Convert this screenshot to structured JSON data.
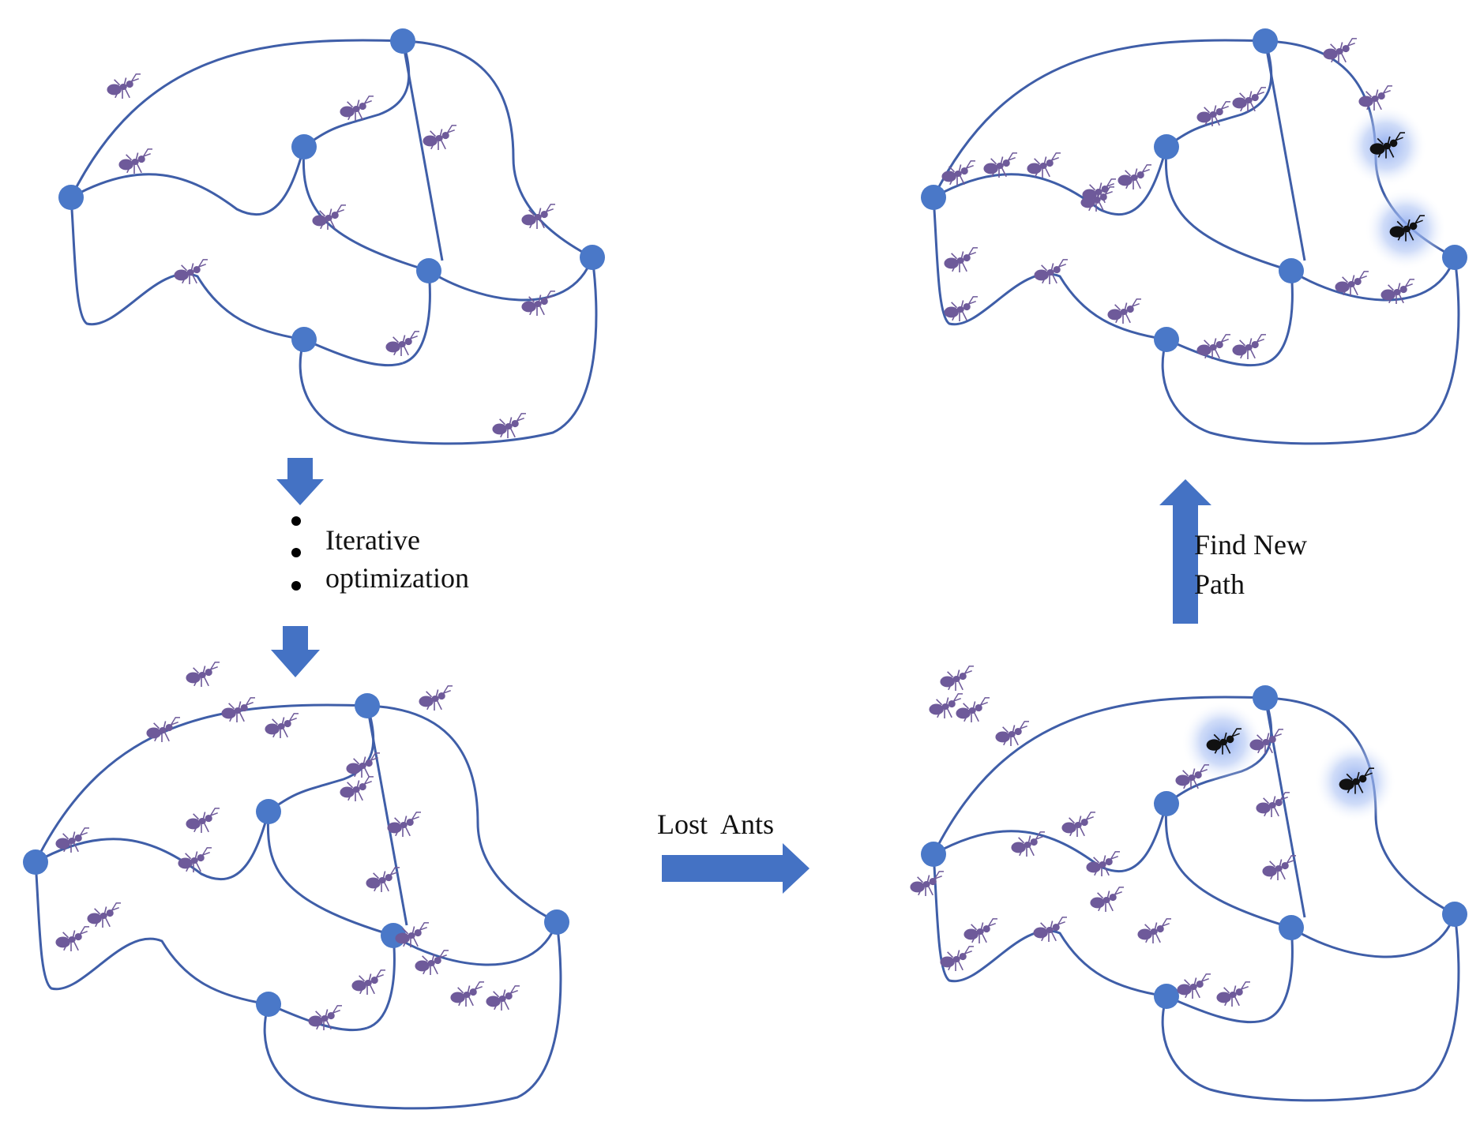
{
  "labels": {
    "iterative_line1": "Iterative",
    "iterative_line2": "optimization",
    "lost_ants": "Lost  Ants",
    "find_new_path_line1": "Find New",
    "find_new_path_line2": "Path"
  },
  "colors": {
    "edge": "#3f5ea8",
    "node": "#4a78c8",
    "arrow": "#4472c4",
    "ant": "#6e5a9a",
    "lost_ant": "#111111",
    "glow": "#8aa8ee"
  }
}
